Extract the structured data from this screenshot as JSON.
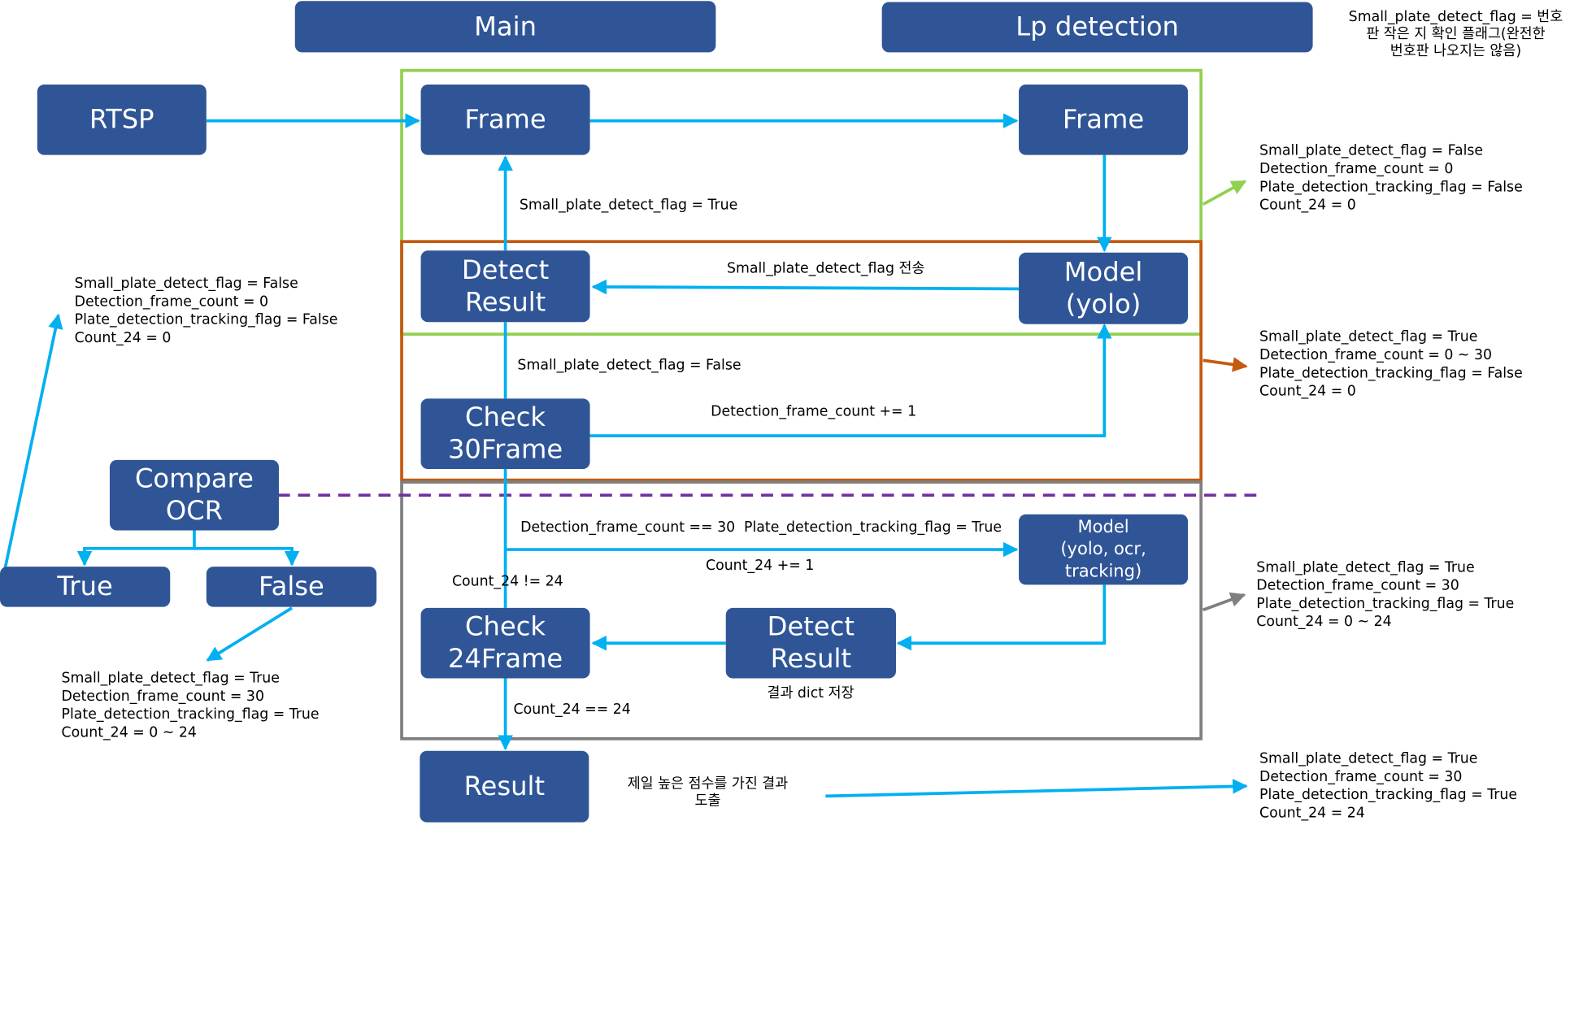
{
  "colors": {
    "box": "#2f5597",
    "arrow": "#00b0f0",
    "green": "#92d050",
    "orange": "#c55a11",
    "gray": "#7f7f7f",
    "purple": "#7030a0"
  },
  "headers": {
    "main": "Main",
    "lp": "Lp detection"
  },
  "boxes": {
    "rtsp": "RTSP",
    "frame_main": "Frame",
    "frame_lp": "Frame",
    "detect_result_1": "Detect\nResult",
    "model_yolo": "Model\n(yolo)",
    "check30": "Check\n30Frame",
    "compare_ocr": "Compare\nOCR",
    "true": "True",
    "false": "False",
    "model_full": "Model\n(yolo, ocr,\ntracking)",
    "detect_result_2": "Detect\nResult",
    "check24": "Check\n24Frame",
    "result": "Result"
  },
  "note_top": "Small_plate_detect_flag = 번호\n판 작은 지 확인 플래그(완전한\n번호판 나오지는 않음)",
  "labels": {
    "small_true": "Small_plate_detect_flag = True",
    "small_send": "Small_plate_detect_flag 전송",
    "small_false": "Small_plate_detect_flag = False",
    "det_count_inc": "Detection_frame_count += 1",
    "det_count_eq": "Detection_frame_count == 30",
    "track_true": "Plate_detection_tracking_flag = True",
    "count24_inc": "Count_24 += 1",
    "count24_neq": "Count_24 != 24",
    "count24_eq": "Count_24 == 24",
    "dict_save": "결과 dict 저장",
    "best_result": "제일 높은 점수를 가진 결과\n도출"
  },
  "states": {
    "green_state": "Small_plate_detect_flag = False\nDetection_frame_count = 0\nPlate_detection_tracking_flag = False\nCount_24 = 0",
    "orange_state": "Small_plate_detect_flag = True\nDetection_frame_count = 0 ~ 30\nPlate_detection_tracking_flag = False\nCount_24 = 0",
    "gray_state": "Small_plate_detect_flag = True\nDetection_frame_count = 30\nPlate_detection_tracking_flag = True\nCount_24 = 0 ~ 24",
    "result_state": "Small_plate_detect_flag = True\nDetection_frame_count = 30\nPlate_detection_tracking_flag = True\nCount_24 = 24",
    "true_state": "Small_plate_detect_flag = False\nDetection_frame_count = 0\nPlate_detection_tracking_flag = False\nCount_24 = 0",
    "false_state": "Small_plate_detect_flag = True\nDetection_frame_count = 30\nPlate_detection_tracking_flag = True\nCount_24 = 0 ~ 24"
  }
}
